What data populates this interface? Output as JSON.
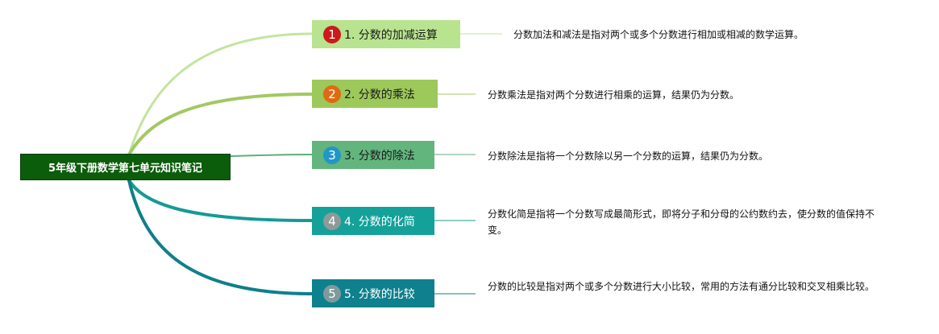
{
  "root": {
    "label": "5年级下册数学第七单元知识笔记"
  },
  "topics": [
    {
      "number": "1",
      "title": "1. 分数的加减运算",
      "description": "分数加法和减法是指对两个或多个分数进行相加或相减的数学运算。",
      "colors": {
        "box": "#b8e38f",
        "line": "#c2e59e",
        "badge": "#cc1a1a",
        "text": "#1a1a1a"
      }
    },
    {
      "number": "2",
      "title": "2. 分数的乘法",
      "description": "分数乘法是指对两个分数进行相乘的运算，结果仍为分数。",
      "colors": {
        "box": "#9dc85a",
        "line": "#a3c862",
        "badge": "#e06a12",
        "text": "#1a1a1a"
      }
    },
    {
      "number": "3",
      "title": "3. 分数的除法",
      "description": "分数除法是指将一个分数除以另一个分数的运算，结果仍为分数。",
      "colors": {
        "box": "#63b57e",
        "line": "#5fae79",
        "badge": "#2196c8",
        "text": "#1a1a1a"
      }
    },
    {
      "number": "4",
      "title": "4. 分数的化简",
      "description": "分数化简是指将一个分数写成最简形式，即将分子和分母的公约数约去，使分数的值保持不变。",
      "colors": {
        "box": "#14a19a",
        "line": "#139b94",
        "badge": "#8f9a98",
        "text": "#ffffff"
      }
    },
    {
      "number": "5",
      "title": "5. 分数的比较",
      "description": "分数的比较是指对两个或多个分数进行大小比较，常用的方法有通分比较和交叉相乘比较。",
      "colors": {
        "box": "#0f808d",
        "line": "#0f7f8b",
        "badge": "#7f9a9c",
        "text": "#ffffff"
      }
    }
  ]
}
